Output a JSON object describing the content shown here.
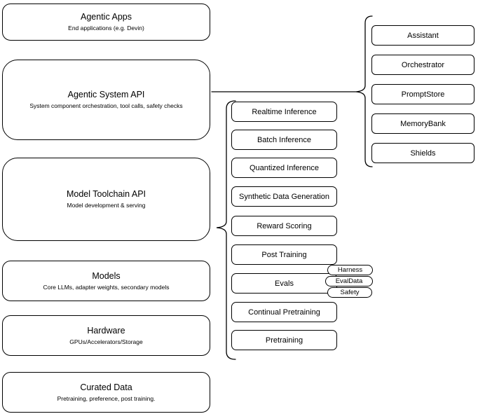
{
  "diagram": {
    "stack": [
      {
        "title": "Agentic Apps",
        "subtitle": "End applications (e.g. Devin)"
      },
      {
        "title": "Agentic System API",
        "subtitle": "System component orchestration, tool calls, safety checks"
      },
      {
        "title": "Model Toolchain API",
        "subtitle": "Model development & serving"
      },
      {
        "title": "Models",
        "subtitle": "Core LLMs, adapter weights, secondary models"
      },
      {
        "title": "Hardware",
        "subtitle": "GPUs/Accelerators/Storage"
      },
      {
        "title": "Curated Data",
        "subtitle": "Pretraining, preference, post training."
      }
    ],
    "toolchain_items": [
      {
        "label": "Realtime Inference"
      },
      {
        "label": "Batch Inference"
      },
      {
        "label": "Quantized Inference"
      },
      {
        "label": "Synthetic Data Generation"
      },
      {
        "label": "Reward Scoring"
      },
      {
        "label": "Post Training"
      },
      {
        "label": "Evals"
      },
      {
        "label": "Continual Pretraining"
      },
      {
        "label": "Pretraining"
      }
    ],
    "eval_tags": [
      {
        "label": "Harness"
      },
      {
        "label": "EvalData"
      },
      {
        "label": "Safety"
      }
    ],
    "system_components": [
      {
        "label": "Assistant"
      },
      {
        "label": "Orchestrator"
      },
      {
        "label": "PromptStore"
      },
      {
        "label": "MemoryBank"
      },
      {
        "label": "Shields"
      }
    ],
    "colors": {
      "stroke": "#000000",
      "fill": "#ffffff",
      "background": "#ffffff"
    }
  }
}
